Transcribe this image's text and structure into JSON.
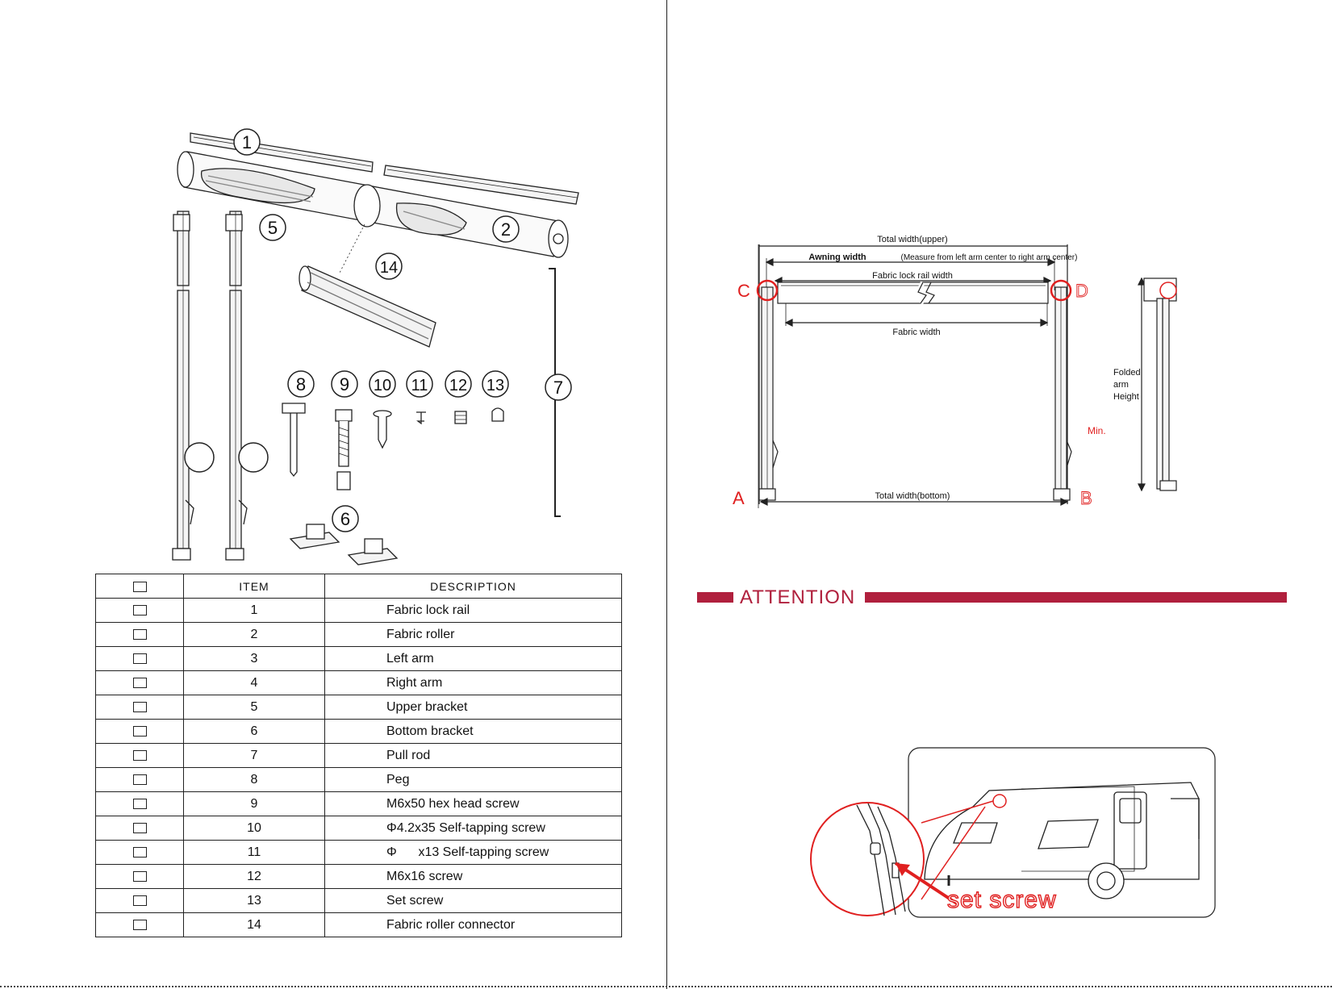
{
  "exploded_view": {
    "callouts": [
      "1",
      "2",
      "5",
      "14",
      "8",
      "9",
      "10",
      "11",
      "12",
      "13",
      "7",
      "6"
    ]
  },
  "parts_table": {
    "headers": {
      "item": "ITEM",
      "description": "DESCRIPTION"
    },
    "rows": [
      {
        "item": "1",
        "description": "Fabric lock rail"
      },
      {
        "item": "2",
        "description": "Fabric roller"
      },
      {
        "item": "3",
        "description": "Left arm"
      },
      {
        "item": "4",
        "description": "Right arm"
      },
      {
        "item": "5",
        "description": "Upper bracket"
      },
      {
        "item": "6",
        "description": "Bottom bracket"
      },
      {
        "item": "7",
        "description": "Pull rod"
      },
      {
        "item": "8",
        "description": "Peg"
      },
      {
        "item": "9",
        "description": "M6x50 hex head screw"
      },
      {
        "item": "10",
        "description": "Φ4.2x35 Self-tapping screw"
      },
      {
        "item": "11",
        "description": "Φ      x13 Self-tapping screw"
      },
      {
        "item": "12",
        "description": "M6x16 screw"
      },
      {
        "item": "13",
        "description": "Set screw"
      },
      {
        "item": "14",
        "description": "Fabric roller connector"
      }
    ]
  },
  "dimension_diagram": {
    "total_width_upper": "Total width(upper)",
    "awning_width": "Awning width",
    "measure_note": "(Measure  from  left  arm center to right arm  center)",
    "fabric_lock_rail_width": "Fabric lock rail width",
    "fabric_width": "Fabric width",
    "total_width_bottom": "Total width(bottom)",
    "corner_c": "C",
    "corner_d": "D",
    "corner_a": "A",
    "corner_b": "B",
    "folded_1": "Folded",
    "folded_2": "arm",
    "folded_3": "Height",
    "min_label": "Min."
  },
  "attention": {
    "title": "ATTENTION"
  },
  "caravan_figure": {
    "label": "set screw"
  },
  "colors": {
    "accent": "#b0203d",
    "red_marker": "#e02020",
    "line": "#222222"
  }
}
